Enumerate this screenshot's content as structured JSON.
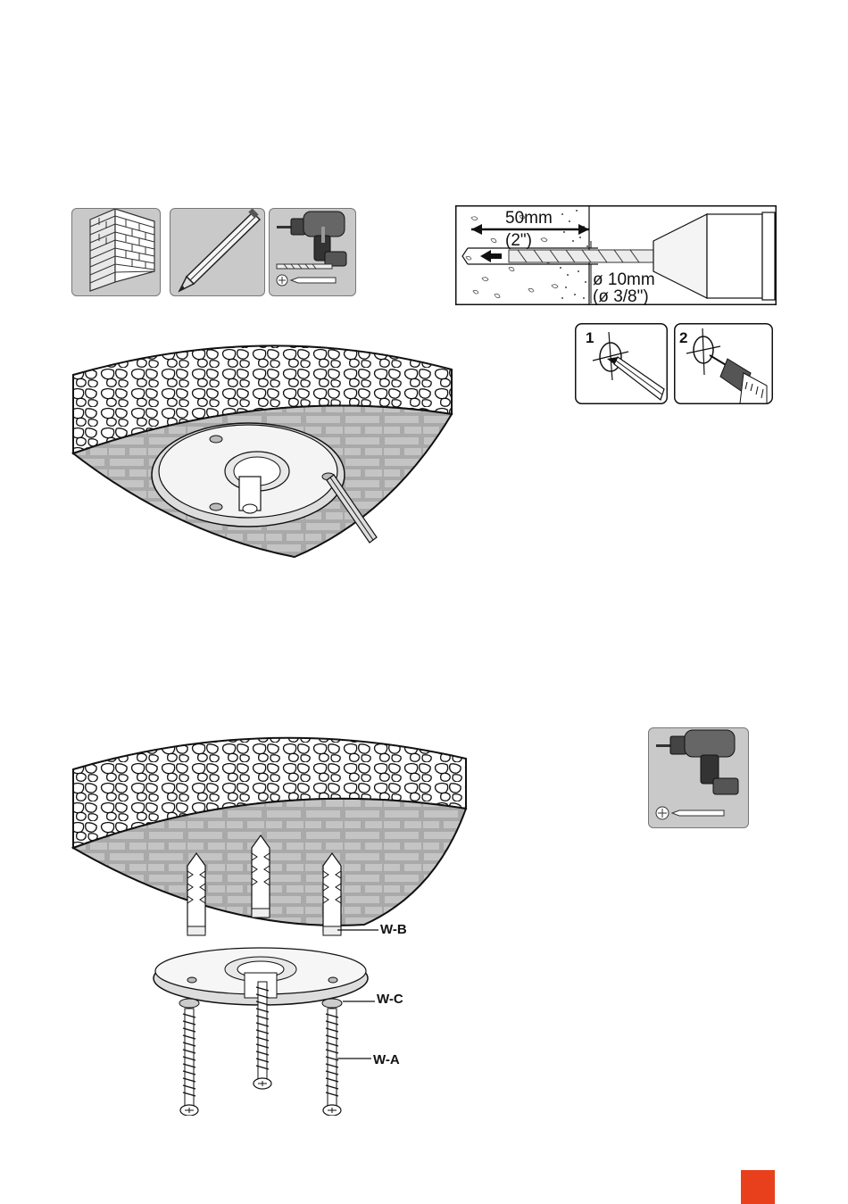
{
  "drill_detail": {
    "depth_mm": "50mm",
    "depth_in": "(2\")",
    "diameter_mm": "ø 10mm",
    "diameter_in": "(ø 3/8\")"
  },
  "steps": {
    "mark": "1",
    "drill": "2"
  },
  "parts": {
    "anchor": "W-B",
    "washer": "W-C",
    "screw": "W-A"
  },
  "icons": [
    "brick-wall-icon",
    "pencil-icon",
    "cordless-drill-icon",
    "drill-bit-icon",
    "phillips-screwdriver-icon"
  ],
  "colors": {
    "tool_box": "#c9c9c9",
    "brick_band": "#a9a9a9",
    "page_marker": "#e8401c"
  }
}
